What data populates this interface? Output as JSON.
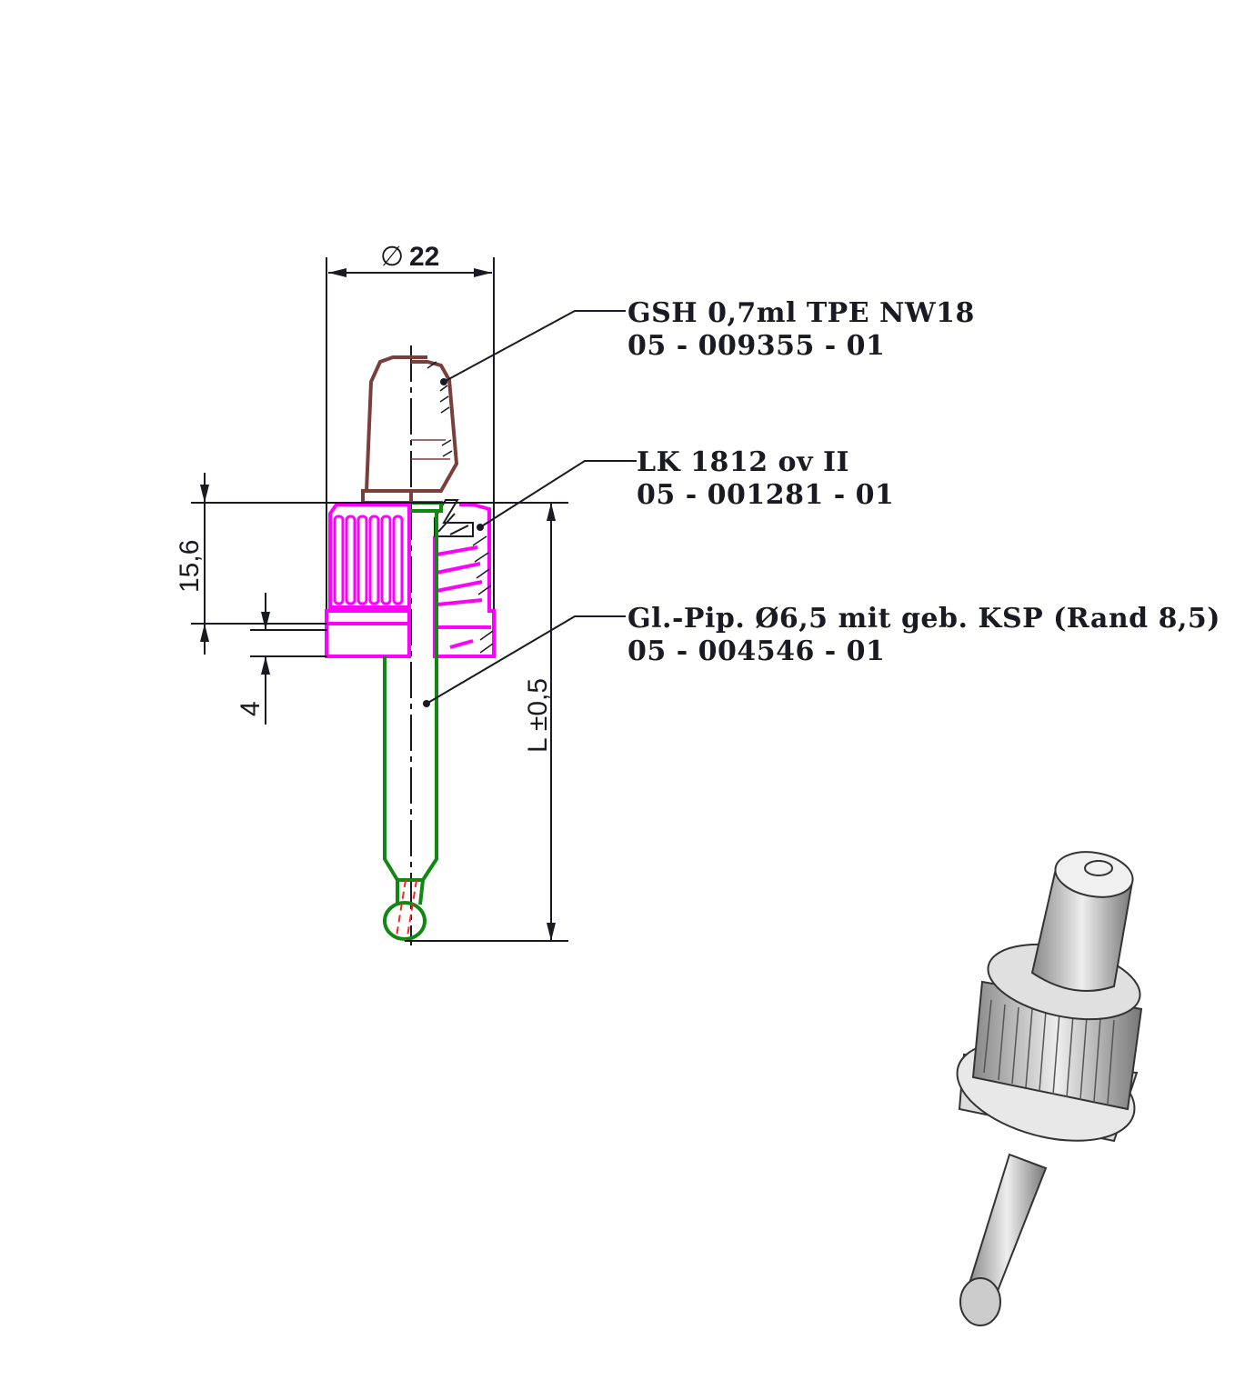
{
  "colors": {
    "bulb": "#7a3f3a",
    "cap": "#ff00ff",
    "pipette": "#118811",
    "line": "#1a1a22",
    "tip": "#ff2020"
  },
  "dimensions": {
    "diameter": "22",
    "diameter_symbol": "∅",
    "cap_height": "15,6",
    "band_height": "4",
    "length": "L ±0,5"
  },
  "parts": [
    {
      "name": "GSH 0,7ml TPE NW18",
      "number": "05 - 009355 - 01"
    },
    {
      "name": "LK 1812 ov II",
      "number": "05 - 001281 - 01"
    },
    {
      "name": "Gl.-Pip. Ø6,5 mit geb. KSP (Rand 8,5)",
      "number": "05 - 004546 - 01"
    }
  ]
}
